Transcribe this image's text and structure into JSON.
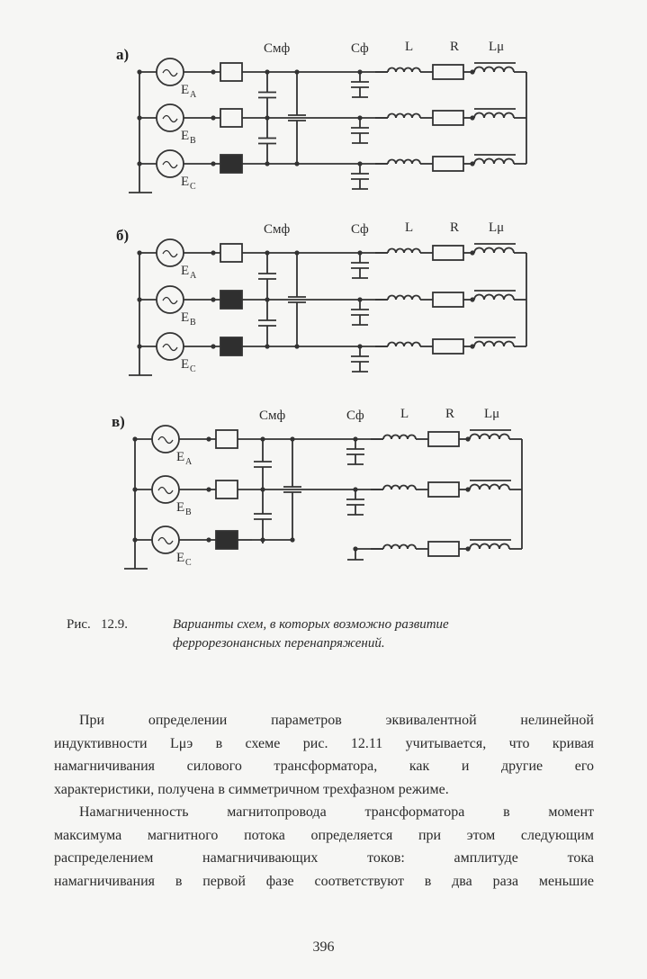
{
  "figure": {
    "panels": [
      {
        "letter": "а)",
        "source_labels": [
          "E",
          "E",
          "E"
        ],
        "source_subs": [
          "A",
          "B",
          "C"
        ],
        "filled_boxes": [
          false,
          false,
          true
        ],
        "third_phase_disconnected": false
      },
      {
        "letter": "б)",
        "source_labels": [
          "E",
          "E",
          "E"
        ],
        "source_subs": [
          "A",
          "B",
          "C"
        ],
        "filled_boxes": [
          false,
          true,
          true
        ],
        "third_phase_disconnected": false
      },
      {
        "letter": "в)",
        "source_labels": [
          "E",
          "E",
          "E"
        ],
        "source_subs": [
          "A",
          "B",
          "C"
        ],
        "filled_boxes": [
          false,
          false,
          true
        ],
        "third_phase_disconnected": true
      }
    ],
    "component_labels": {
      "cmf": "Cмф",
      "cf": "Cф",
      "l": "L",
      "r": "R",
      "lmu": "Lμ"
    }
  },
  "caption": {
    "prefix": "Рис.",
    "number": "12.9.",
    "text_line1": "Варианты схем, в которых возможно развитие",
    "text_line2": "феррорезонансных перенапряжений."
  },
  "body": {
    "para1": [
      "При определении параметров эквивалентной нелинейной",
      "индуктивности Lμэ в схеме рис. 12.11 учитывается, что кривая",
      "намагничивания силового трансформатора, как и другие его",
      "характеристики, получена в симметричном трехфазном режиме."
    ],
    "para2": [
      "Намагниченность магнитопровода трансформатора в момент",
      "максимума магнитного потока определяется при этом следующим",
      "распределением намагничивающих токов: амплитуде тока",
      "намагничивания в первой фазе соответствуют в два раза меньшие"
    ]
  },
  "page_number": "396"
}
